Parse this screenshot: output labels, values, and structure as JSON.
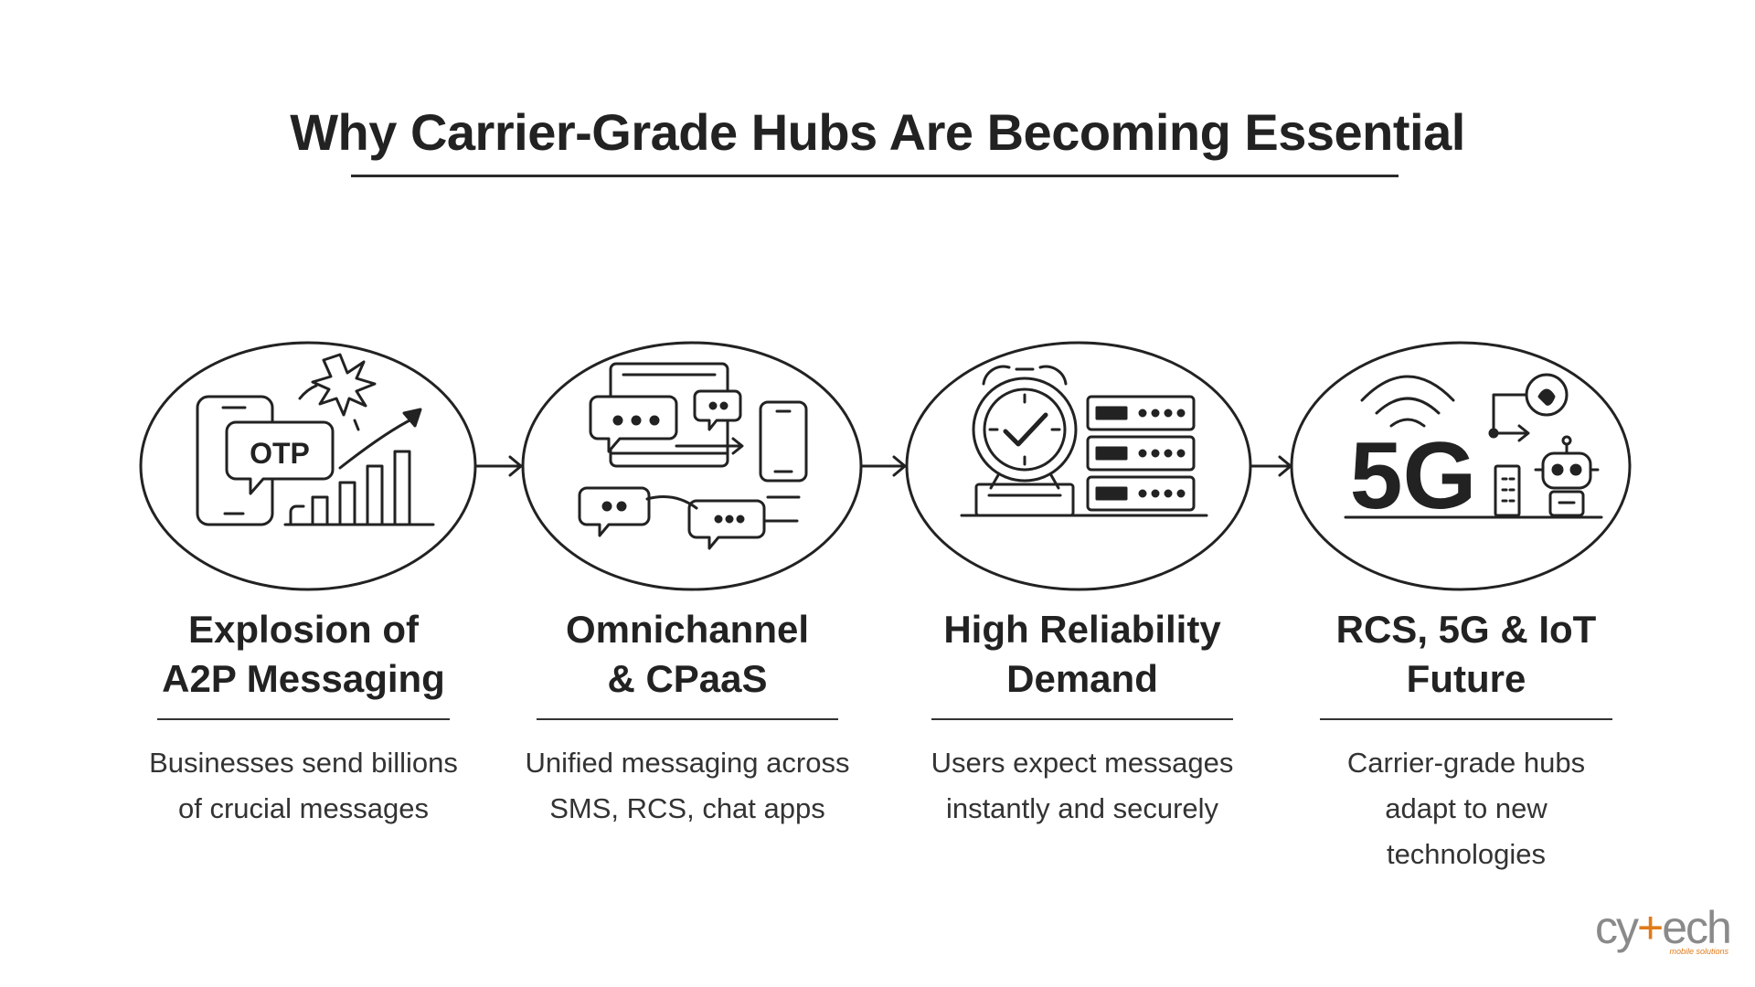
{
  "title": "Why Carrier-Grade Hubs Are Becoming Essential",
  "steps": [
    {
      "title": "Explosion of\nA2P Messaging",
      "desc": "Businesses send billions\nof crucial messages",
      "icon": "otp-phone-growth-icon",
      "icon_text": "OTP"
    },
    {
      "title": "Omnichannel\n& CPaaS",
      "desc": "Unified messaging across\nSMS, RCS, chat apps",
      "icon": "multichannel-chat-icon"
    },
    {
      "title": "High Reliability\nDemand",
      "desc": "Users expect messages\ninstantly and securely",
      "icon": "clock-server-icon"
    },
    {
      "title": "RCS, 5G & IoT\nFuture",
      "desc": "Carrier-grade hubs\nadapt to new technologies",
      "icon": "5g-iot-icon",
      "icon_text": "5G"
    }
  ],
  "logo": {
    "icon": "cytech-logo-icon",
    "accent_color": "#e07b1a",
    "gray_color": "#8a8a8a"
  },
  "colors": {
    "ink": "#222222",
    "background": "#ffffff"
  }
}
